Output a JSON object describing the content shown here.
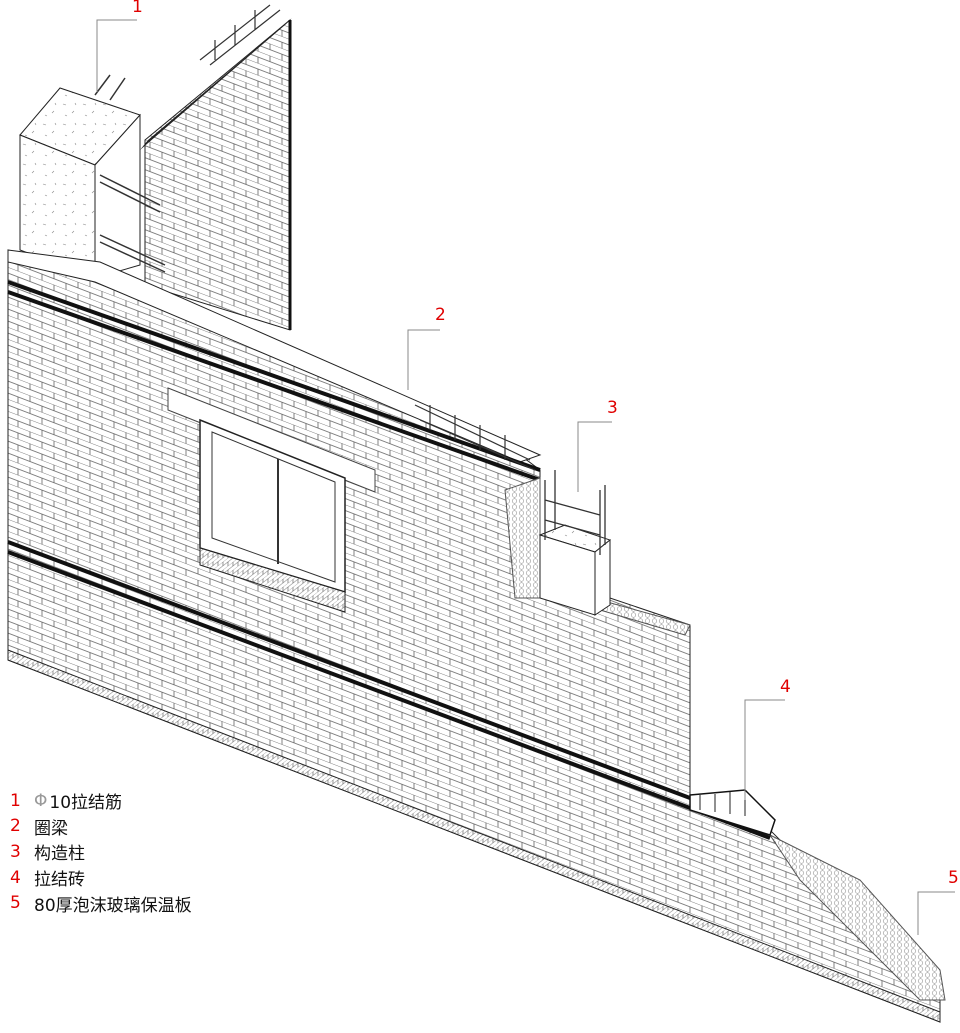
{
  "callouts": [
    {
      "number": "1"
    },
    {
      "number": "2"
    },
    {
      "number": "3"
    },
    {
      "number": "4"
    },
    {
      "number": "5"
    }
  ],
  "legend": [
    {
      "number": "1",
      "symbol": "Φ",
      "label": "10拉结筋"
    },
    {
      "number": "2",
      "label": "圈梁"
    },
    {
      "number": "3",
      "label": "构造柱"
    },
    {
      "number": "4",
      "label": "拉结砖"
    },
    {
      "number": "5",
      "label": "80厚泡沫玻璃保温板"
    }
  ],
  "colors": {
    "callout": "#e00000",
    "line": "#222222",
    "fill": "#ffffff"
  }
}
